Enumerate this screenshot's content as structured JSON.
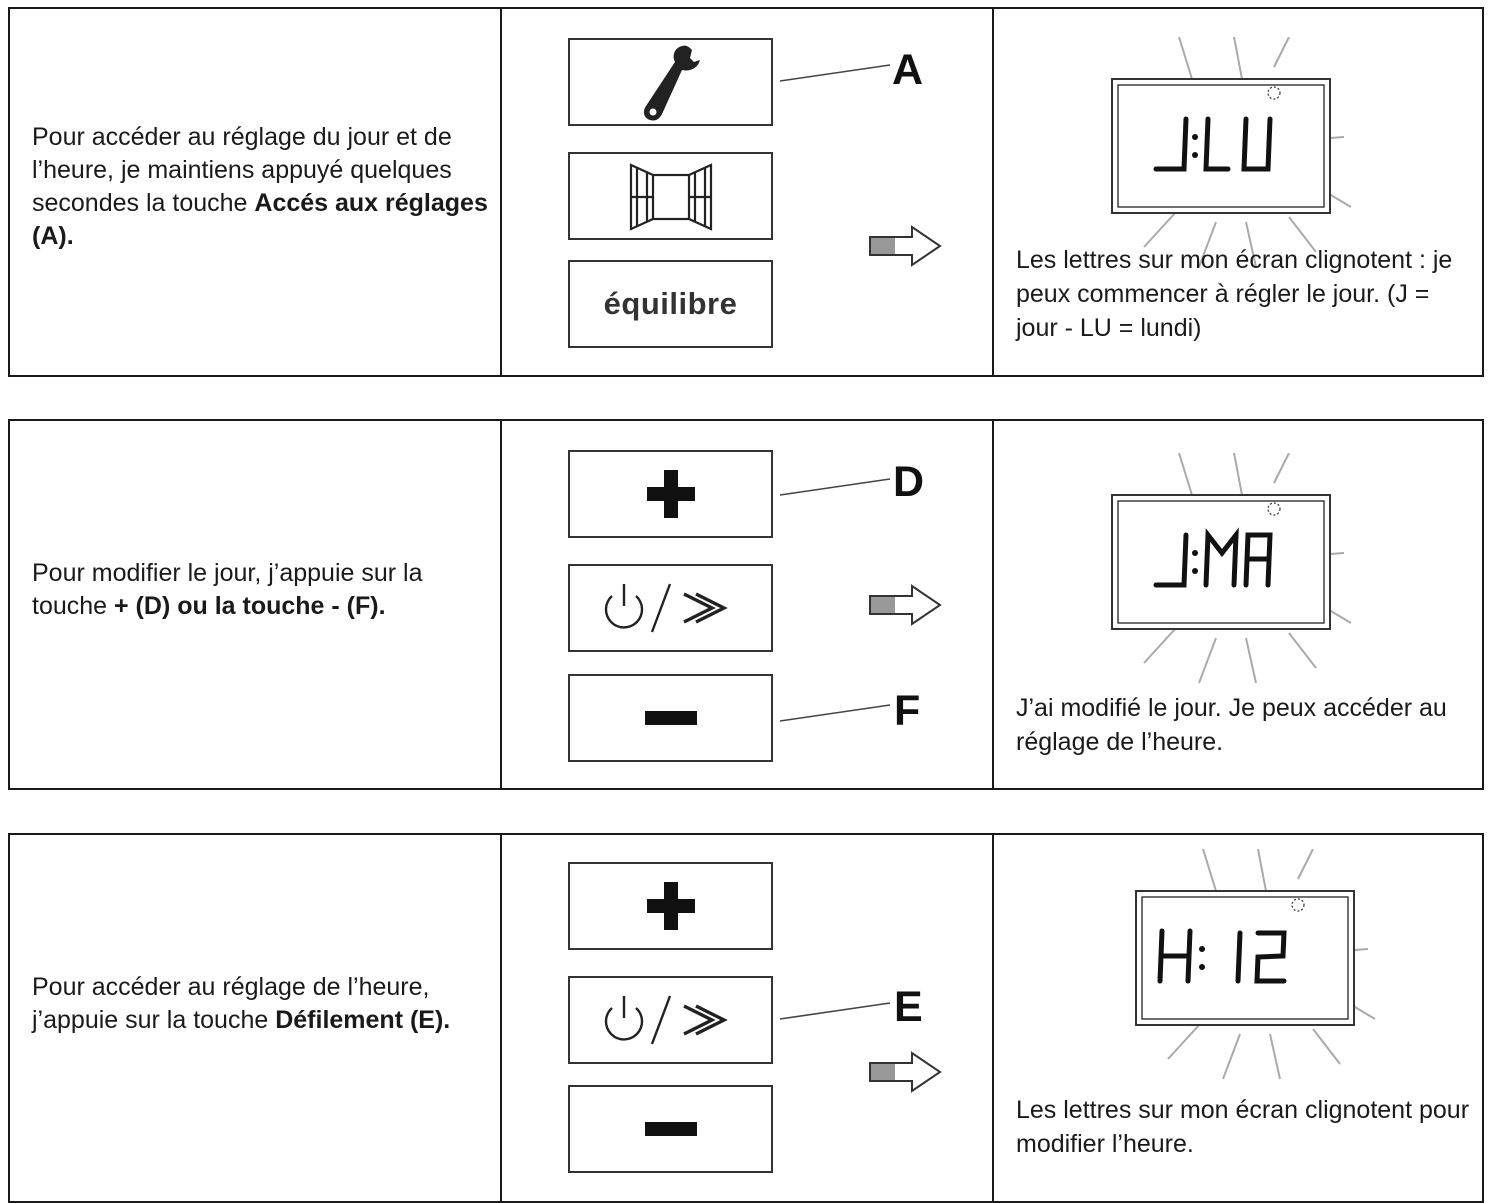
{
  "steps": [
    {
      "instruction_plain": "Pour accéder au réglage du jour et de l’heure, je maintiens appuyé quelques secondes la touche ",
      "instruction_bold": "Accés aux réglages (A).",
      "buttons": [
        {
          "icon": "wrench-icon"
        },
        {
          "icon": "window-icon"
        },
        {
          "label": "équilibre"
        }
      ],
      "callouts": [
        "A"
      ],
      "display": "J:LU",
      "caption": "Les lettres sur mon écran clignotent : je peux commencer à régler le jour. (J = jour - LU = lundi)"
    },
    {
      "instruction_plain": "Pour modifier le jour, j’appuie sur la touche ",
      "instruction_bold": "+ (D) ou la touche - (F).",
      "buttons": [
        {
          "icon": "plus-icon"
        },
        {
          "icon": "power-forward-icon"
        },
        {
          "icon": "minus-icon"
        }
      ],
      "callouts": [
        "D",
        "F"
      ],
      "display": "J:MA",
      "caption": "J’ai modifié le jour. Je peux accéder au réglage de l’heure."
    },
    {
      "instruction_plain": "Pour accéder au réglage de l’heure, j’appuie sur la touche ",
      "instruction_bold": "Défilement (E).",
      "buttons": [
        {
          "icon": "plus-icon"
        },
        {
          "icon": "power-forward-icon"
        },
        {
          "icon": "minus-icon"
        }
      ],
      "callouts": [
        "E"
      ],
      "display": "H: 12",
      "caption": "Les lettres sur mon écran clignotent pour modifier l’heure."
    }
  ]
}
